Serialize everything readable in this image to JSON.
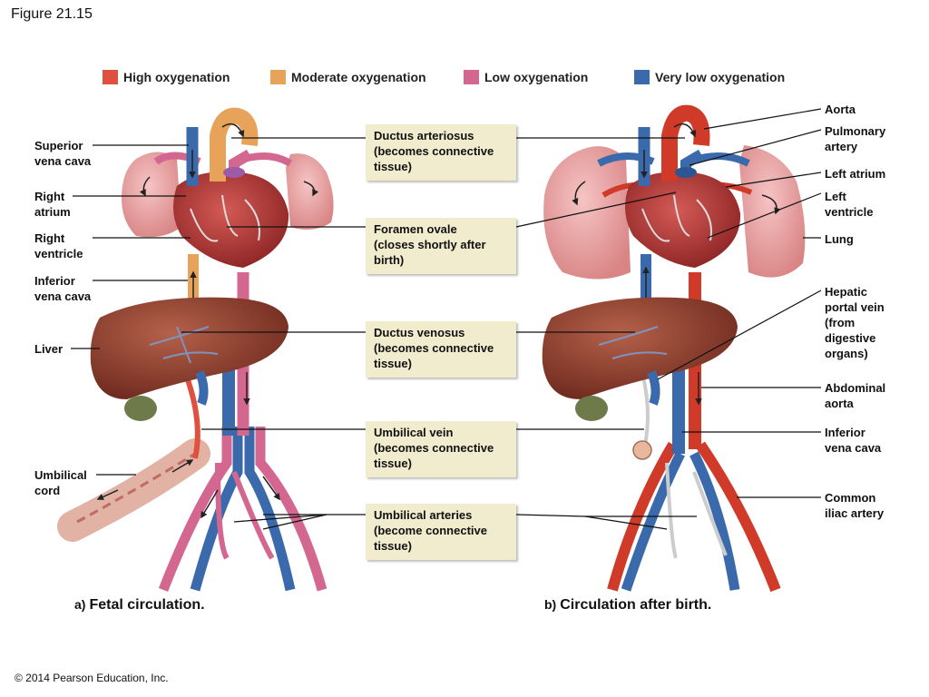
{
  "figure_title": "Figure 21.15",
  "copyright": "© 2014 Pearson Education, Inc.",
  "legend": [
    {
      "label": "High oxygenation",
      "color": "#e0503f"
    },
    {
      "label": "Moderate oxygenation",
      "color": "#e8a35a"
    },
    {
      "label": "Low oxygenation",
      "color": "#d4678f"
    },
    {
      "label": "Very low oxygenation",
      "color": "#3a6aab"
    }
  ],
  "left_labels": {
    "superior_vena_cava": [
      "Superior",
      "vena cava"
    ],
    "right_atrium": [
      "Right",
      "atrium"
    ],
    "right_ventricle": [
      "Right",
      "ventricle"
    ],
    "inferior_vena_cava": [
      "Inferior",
      "vena cava"
    ],
    "liver": [
      "Liver"
    ],
    "umbilical_cord": [
      "Umbilical",
      "cord"
    ]
  },
  "center_boxes": {
    "ductus_arteriosus": [
      "Ductus arteriosus",
      "(becomes connective",
      "tissue)"
    ],
    "foramen_ovale": [
      "Foramen ovale",
      "(closes shortly after",
      "birth)"
    ],
    "ductus_venosus": [
      "Ductus venosus",
      "(becomes connective",
      "tissue)"
    ],
    "umbilical_vein": [
      "Umbilical vein",
      "(becomes connective",
      "tissue)"
    ],
    "umbilical_arteries": [
      "Umbilical arteries",
      "(become connective",
      "tissue)"
    ]
  },
  "right_labels": {
    "aorta": [
      "Aorta"
    ],
    "pulmonary_artery": [
      "Pulmonary",
      "artery"
    ],
    "left_atrium": [
      "Left atrium"
    ],
    "left_ventricle": [
      "Left",
      "ventricle"
    ],
    "lung": [
      "Lung"
    ],
    "hepatic_portal_vein": [
      "Hepatic",
      "portal vein",
      "(from",
      "digestive",
      "organs)"
    ],
    "abdominal_aorta": [
      "Abdominal",
      "aorta"
    ],
    "inferior_vena_cava": [
      "Inferior",
      "vena cava"
    ],
    "common_iliac_artery": [
      "Common",
      "iliac artery"
    ]
  },
  "captions": {
    "a_tag": "a)",
    "a_text": "Fetal circulation.",
    "b_tag": "b)",
    "b_text": "Circulation after birth."
  }
}
